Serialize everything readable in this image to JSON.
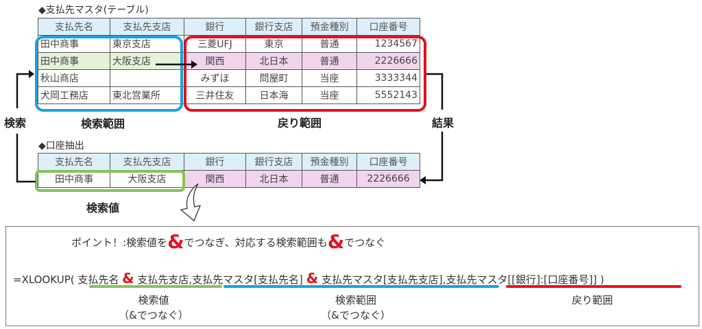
{
  "master_table": {
    "title": "◆支払先マスタ(テーブル)",
    "headers": [
      "支払先名",
      "支払先支店",
      "銀行",
      "銀行支店",
      "預金種別",
      "口座番号"
    ],
    "rows": [
      [
        "田中商事",
        "東京支店",
        "三菱UFJ",
        "東京",
        "普通",
        "1234567"
      ],
      [
        "田中商事",
        "大阪支店",
        "関西",
        "北日本",
        "普通",
        "2226666"
      ],
      [
        "秋山商店",
        "",
        "みずほ",
        "問屋町",
        "当座",
        "3333344"
      ],
      [
        "犬岡工務店",
        "東北営業所",
        "三井住友",
        "日本海",
        "当座",
        "5552143"
      ]
    ]
  },
  "extract_table": {
    "title": "◆口座抽出",
    "headers": [
      "支払先名",
      "支払先支店",
      "銀行",
      "銀行支店",
      "預金種別",
      "口座番号"
    ],
    "row": [
      "田中商事",
      "大阪支店",
      "関西",
      "北日本",
      "普通",
      "2226666"
    ]
  },
  "labels": {
    "search": "検索",
    "search_range": "検索範囲",
    "return_range": "戻り範囲",
    "result": "結果",
    "search_value": "検索値"
  },
  "colors": {
    "search_range": "#1ba1dc",
    "return_range": "#e0141e",
    "search_value": "#86c35a",
    "header_bg": "#ddeffa",
    "result_bg": "#f1d4ee",
    "matched_bg": "#e4f2d8"
  },
  "point": {
    "prefix": "ポイント！:検索値を",
    "amp": "&",
    "middle": "でつなぎ、対応する検索範囲も",
    "suffix": "でつなぐ"
  },
  "formula": {
    "func": "=XLOOKUP(",
    "arg1_a": "支払先名",
    "arg1_b": "支払先支店",
    "comma1": ",",
    "arg2_a": "支払先マスタ[支払先名]",
    "arg2_b": "支払先マスタ[支払先支店]",
    "comma2": ",",
    "arg3": "支払先マスタ[[銀行]:[口座番号]]",
    "close": ")",
    "amp": "&"
  },
  "formula_labels": {
    "arg1": "検索値",
    "arg1_sub": "（&でつなぐ）",
    "arg2": "検索範囲",
    "arg2_sub": "（&でつなぐ）",
    "arg3": "戻り範囲"
  }
}
